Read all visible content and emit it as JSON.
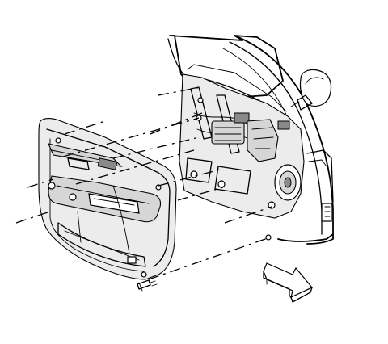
{
  "diagram": {
    "subject": "front-door-trim-panel-removal",
    "components": [
      {
        "id": "door-frame",
        "kind": "vehicle-door-opening"
      },
      {
        "id": "side-mirror",
        "kind": "mirror"
      },
      {
        "id": "door-inner-structure",
        "kind": "door-inner-panel"
      },
      {
        "id": "trim-panel",
        "kind": "interior-trim-panel"
      },
      {
        "id": "fastener",
        "kind": "screw"
      },
      {
        "id": "direction-arrow",
        "kind": "arrow",
        "points": "front-of-vehicle"
      }
    ],
    "fastener_count": 1,
    "alignment_line_count": 11,
    "colors": {
      "line": "#000000",
      "background": "#ffffff",
      "shade": "#d6d6d6",
      "arrow_fill": "#ffffff"
    }
  }
}
